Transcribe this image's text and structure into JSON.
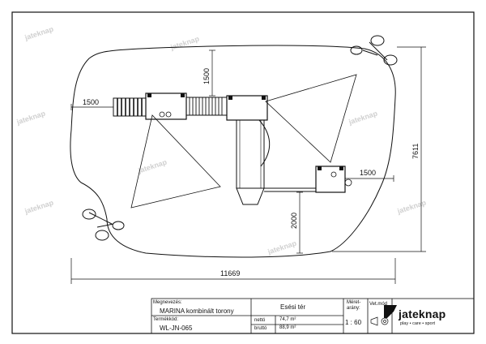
{
  "watermark": "jateknap",
  "dimensions": {
    "left_margin": "1500",
    "top_margin": "1500",
    "right_margin": "1500",
    "bottom_margin": "2000",
    "total_width": "11669",
    "total_height": "7611"
  },
  "title_block": {
    "name_label": "Megnevezés:",
    "name_value": "MARINA kombinált torony",
    "code_label": "Termékkód:",
    "code_value": "WL-JN-065",
    "area_title": "Esési tér",
    "net_label": "nettó",
    "net_value": "74,7 m²",
    "gross_label": "bruttó",
    "gross_value": "88,9 m²",
    "scale_label": "Méret-arány:",
    "scale_value": "1 : 60",
    "view_label": "Vet.mód",
    "brand": "jateknap",
    "tagline": "play • care • sport"
  },
  "colors": {
    "line": "#111111",
    "watermark": "#d0d0d0",
    "brand_icon": "#111111"
  }
}
